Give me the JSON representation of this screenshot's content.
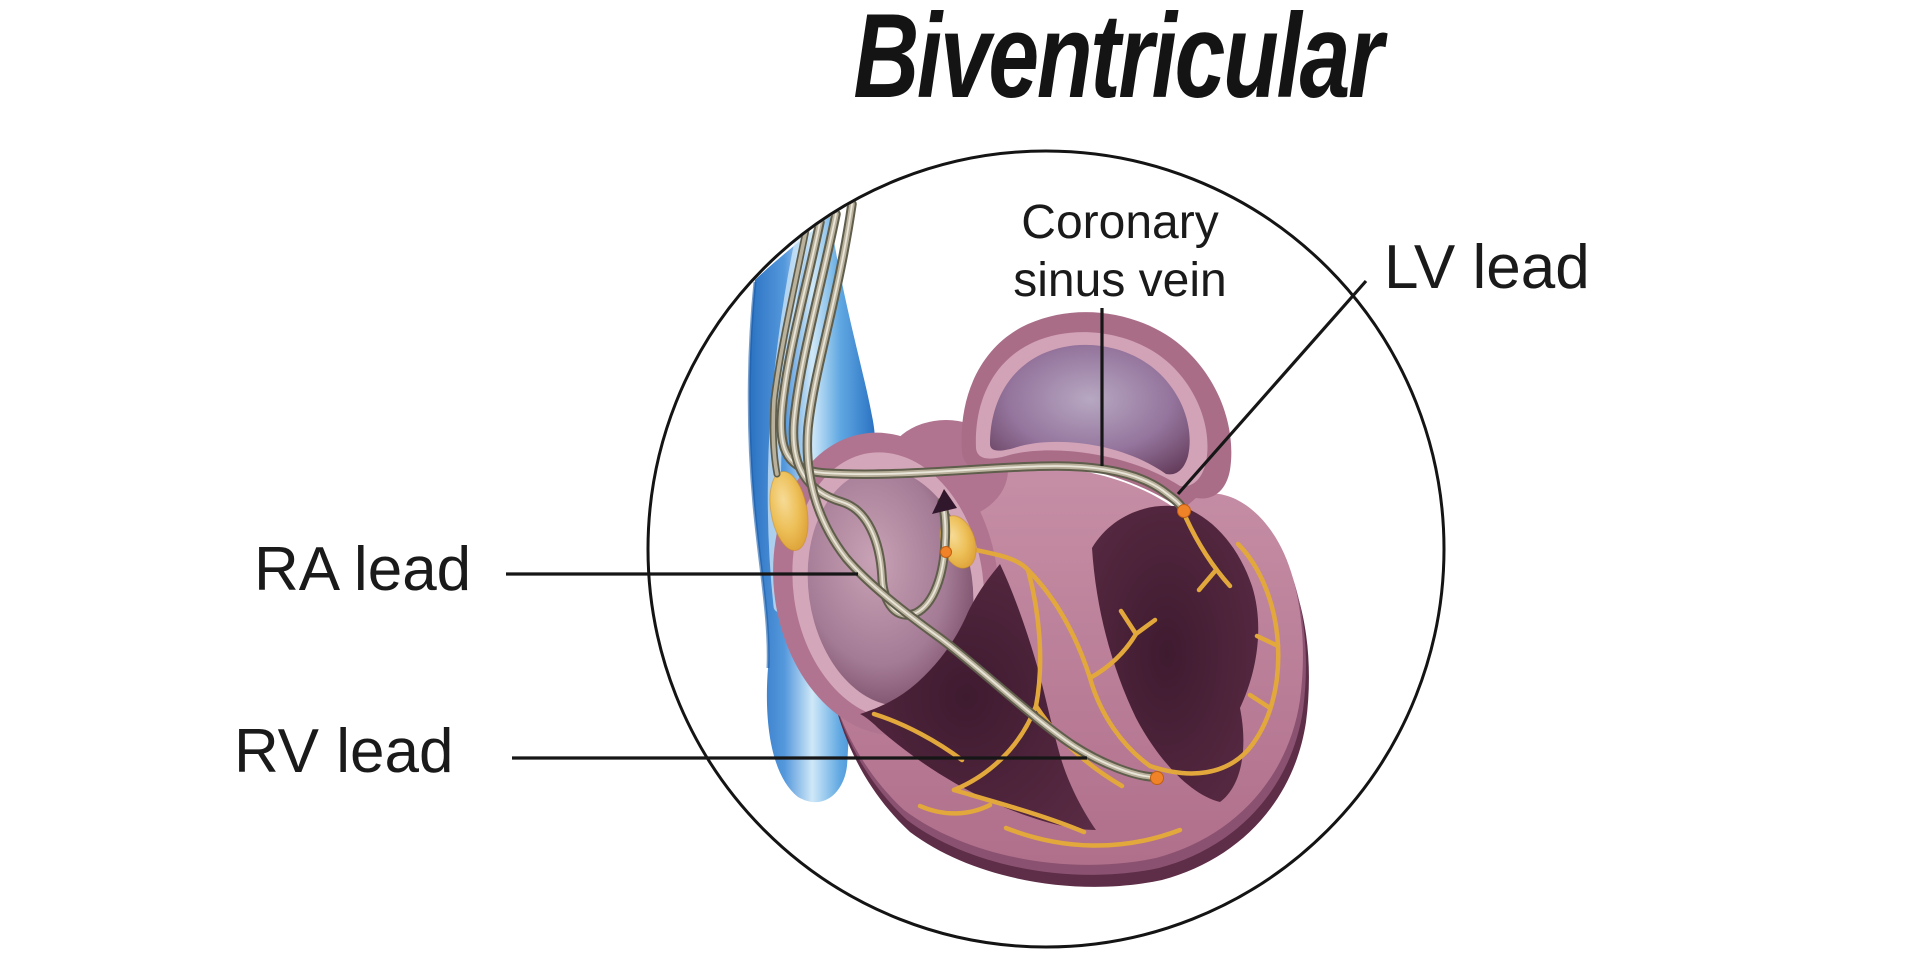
{
  "title": "Biventricular",
  "labels": {
    "coronary_sinus_vein": {
      "line1": "Coronary",
      "line2": "sinus vein"
    },
    "lv_lead": "LV lead",
    "ra_lead": "RA lead",
    "rv_lead": "RV lead"
  },
  "colors": {
    "text": "#1a1a1a",
    "pointer_line": "#161616",
    "circle_outline": "#141414",
    "vena_cava_blue": "#3c8ad6",
    "heart_wall_rose": "#b5758f",
    "heart_wall_light": "#d2a3b7",
    "chamber_dark": "#4a2139",
    "conduction_gold": "#e2a83c",
    "node_gold": "#eec25c",
    "lead_gray": "#b9b19c",
    "lead_tip_orange": "#f08228"
  }
}
